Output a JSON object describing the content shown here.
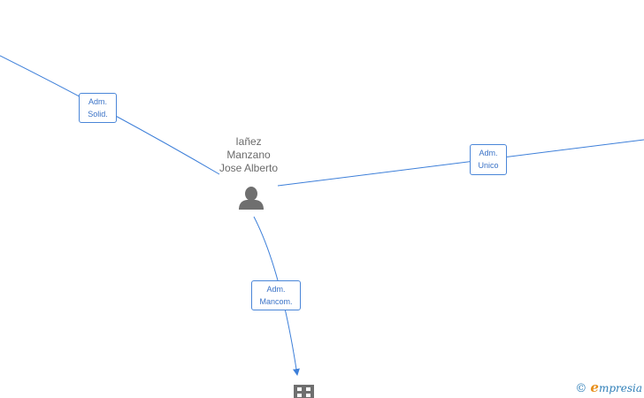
{
  "person": {
    "name_lines": [
      "Iañez",
      "Manzano",
      "Jose Alberto"
    ],
    "icon": "person-icon"
  },
  "relations": [
    {
      "id": "solid",
      "lines": [
        "Adm.",
        "Solid."
      ]
    },
    {
      "id": "unico",
      "lines": [
        "Adm.",
        "Unico"
      ]
    },
    {
      "id": "mancom",
      "lines": [
        "Adm.",
        "Mancom."
      ]
    }
  ],
  "company": {
    "icon": "building-icon"
  },
  "branding": {
    "copyright": "©",
    "first_letter": "e",
    "rest": "mpresia"
  },
  "colors": {
    "edge": "#3d7fd9",
    "label_border": "#4a86d8",
    "label_text": "#3b73c7",
    "node_icon": "#6f6f6f",
    "brand_orange": "#e8901c",
    "brand_blue": "#2f7fb8"
  }
}
